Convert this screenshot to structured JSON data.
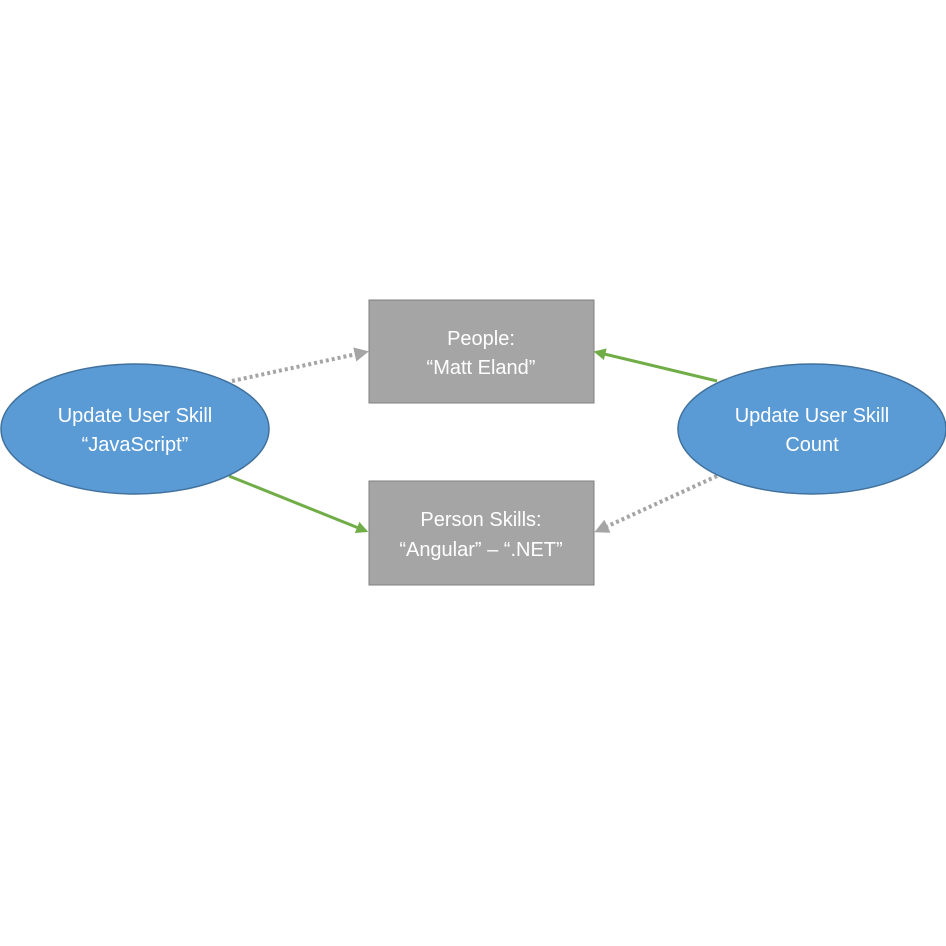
{
  "colors": {
    "background": "#ffffff",
    "ellipse_fill": "#5b9bd5",
    "ellipse_stroke": "#41719c",
    "box_fill": "#a5a5a5",
    "box_stroke": "#7f7f7f",
    "text": "#ffffff",
    "active_arrow": "#70ad47",
    "passive_arrow": "#a5a5a5"
  },
  "nodes": {
    "left_process": {
      "line1": "Update User Skill",
      "line2": "“JavaScript”"
    },
    "right_process": {
      "line1": "Update User Skill",
      "line2": "Count"
    },
    "people_table": {
      "line1": "People:",
      "line2": "“Matt Eland”"
    },
    "skills_table": {
      "line1": "Person Skills:",
      "line2": "“Angular” – “.NET”"
    }
  },
  "edges": [
    {
      "from": "left_process",
      "to": "people_table",
      "style": "dotted",
      "color": "passive_arrow"
    },
    {
      "from": "left_process",
      "to": "skills_table",
      "style": "solid",
      "color": "active_arrow"
    },
    {
      "from": "right_process",
      "to": "people_table",
      "style": "solid",
      "color": "active_arrow"
    },
    {
      "from": "right_process",
      "to": "skills_table",
      "style": "dotted",
      "color": "passive_arrow"
    }
  ]
}
